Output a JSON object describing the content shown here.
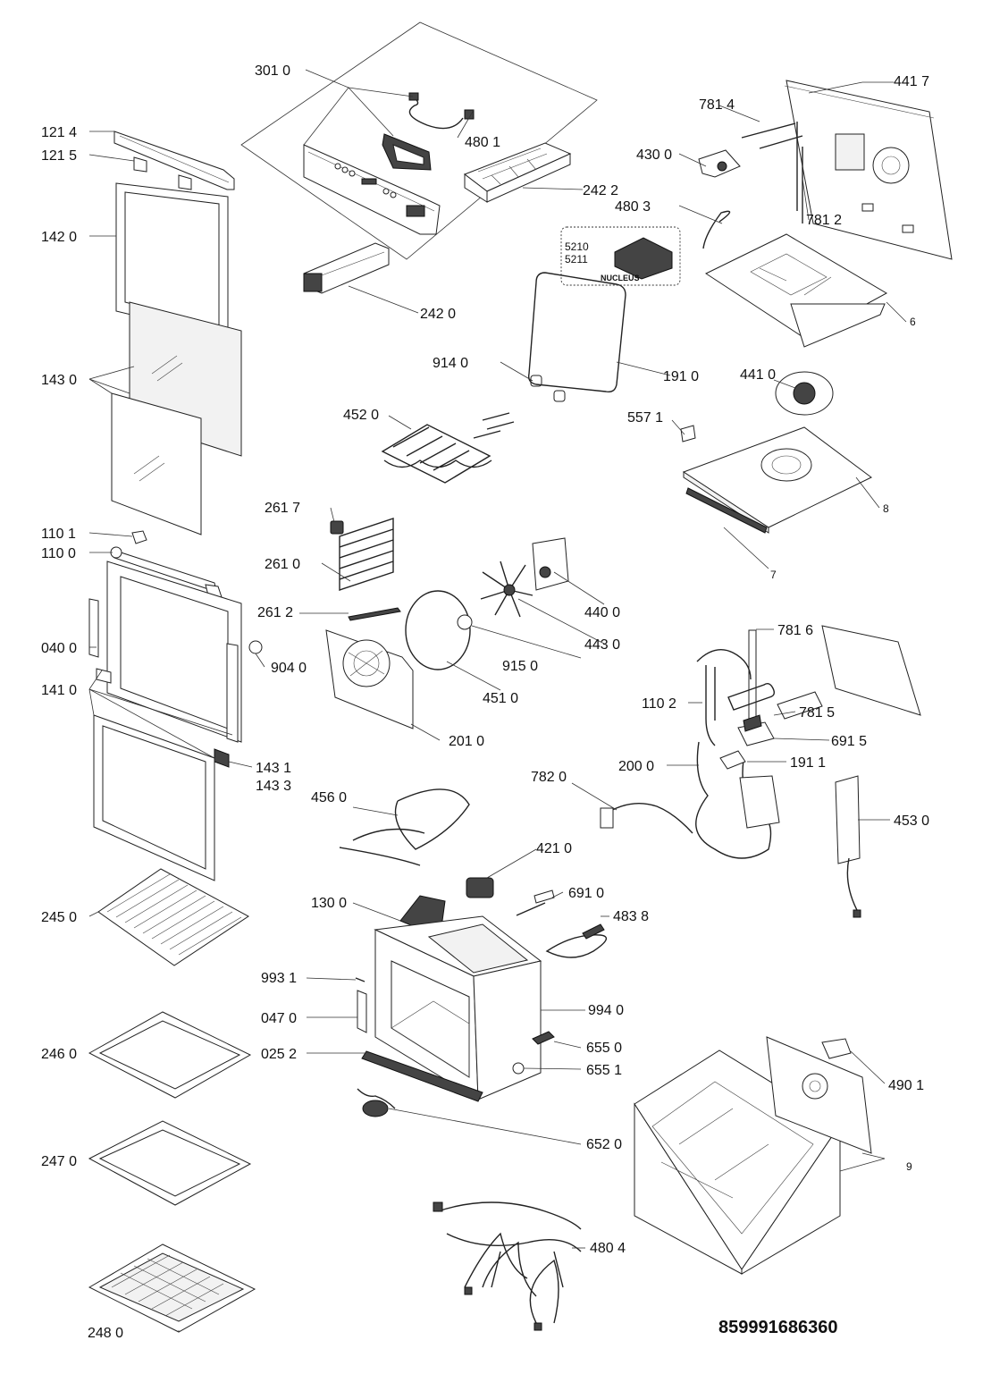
{
  "callouts": {
    "c3010": "301 0",
    "c4801": "480 1",
    "c2422": "242 2",
    "c2420": "242 0",
    "c1214": "121 4",
    "c1215": "121 5",
    "c1420": "142 0",
    "c1430": "143 0",
    "c1101": "110 1",
    "c1100": "110 0",
    "c0400": "040 0",
    "c1410": "141 0",
    "c9040": "904 0",
    "c1431": "143 1",
    "c1433": "143 3",
    "c2450": "245 0",
    "c2460": "246 0",
    "c2470": "247 0",
    "c2480": "248 0",
    "c4520": "452 0",
    "c2617": "261 7",
    "c2610": "261 0",
    "c2612": "261 2",
    "c4400": "440 0",
    "c4430": "443 0",
    "c9150": "915 0",
    "c4510": "451 0",
    "c2010": "201 0",
    "c9140": "914 0",
    "c1910": "191 0",
    "c7814": "781 4",
    "c4417": "441 7",
    "c4300": "430 0",
    "c7812": "781 2",
    "c4803": "480 3",
    "c5210": "5210",
    "c5211": "5211",
    "nucleus": "NUCLEUS",
    "c6": "6",
    "c4410": "441 0",
    "c5571": "557 1",
    "c8": "8",
    "c7": "7",
    "c7816": "781 6",
    "c1102": "110 2",
    "c7815": "781 5",
    "c6915": "691 5",
    "c2000": "200 0",
    "c1911": "191 1",
    "c7820": "782 0",
    "c4530": "453 0",
    "c4560": "456 0",
    "c4210": "421 0",
    "c1300": "130 0",
    "c6910": "691 0",
    "c4838": "483 8",
    "c9931": "993 1",
    "c9940": "994 0",
    "c0470": "047 0",
    "c0252": "025 2",
    "c6550": "655 0",
    "c6551": "655 1",
    "c6520": "652 0",
    "c4901": "490 1",
    "c9": "9",
    "c4804": "480 4"
  },
  "document_code": "859991686360"
}
